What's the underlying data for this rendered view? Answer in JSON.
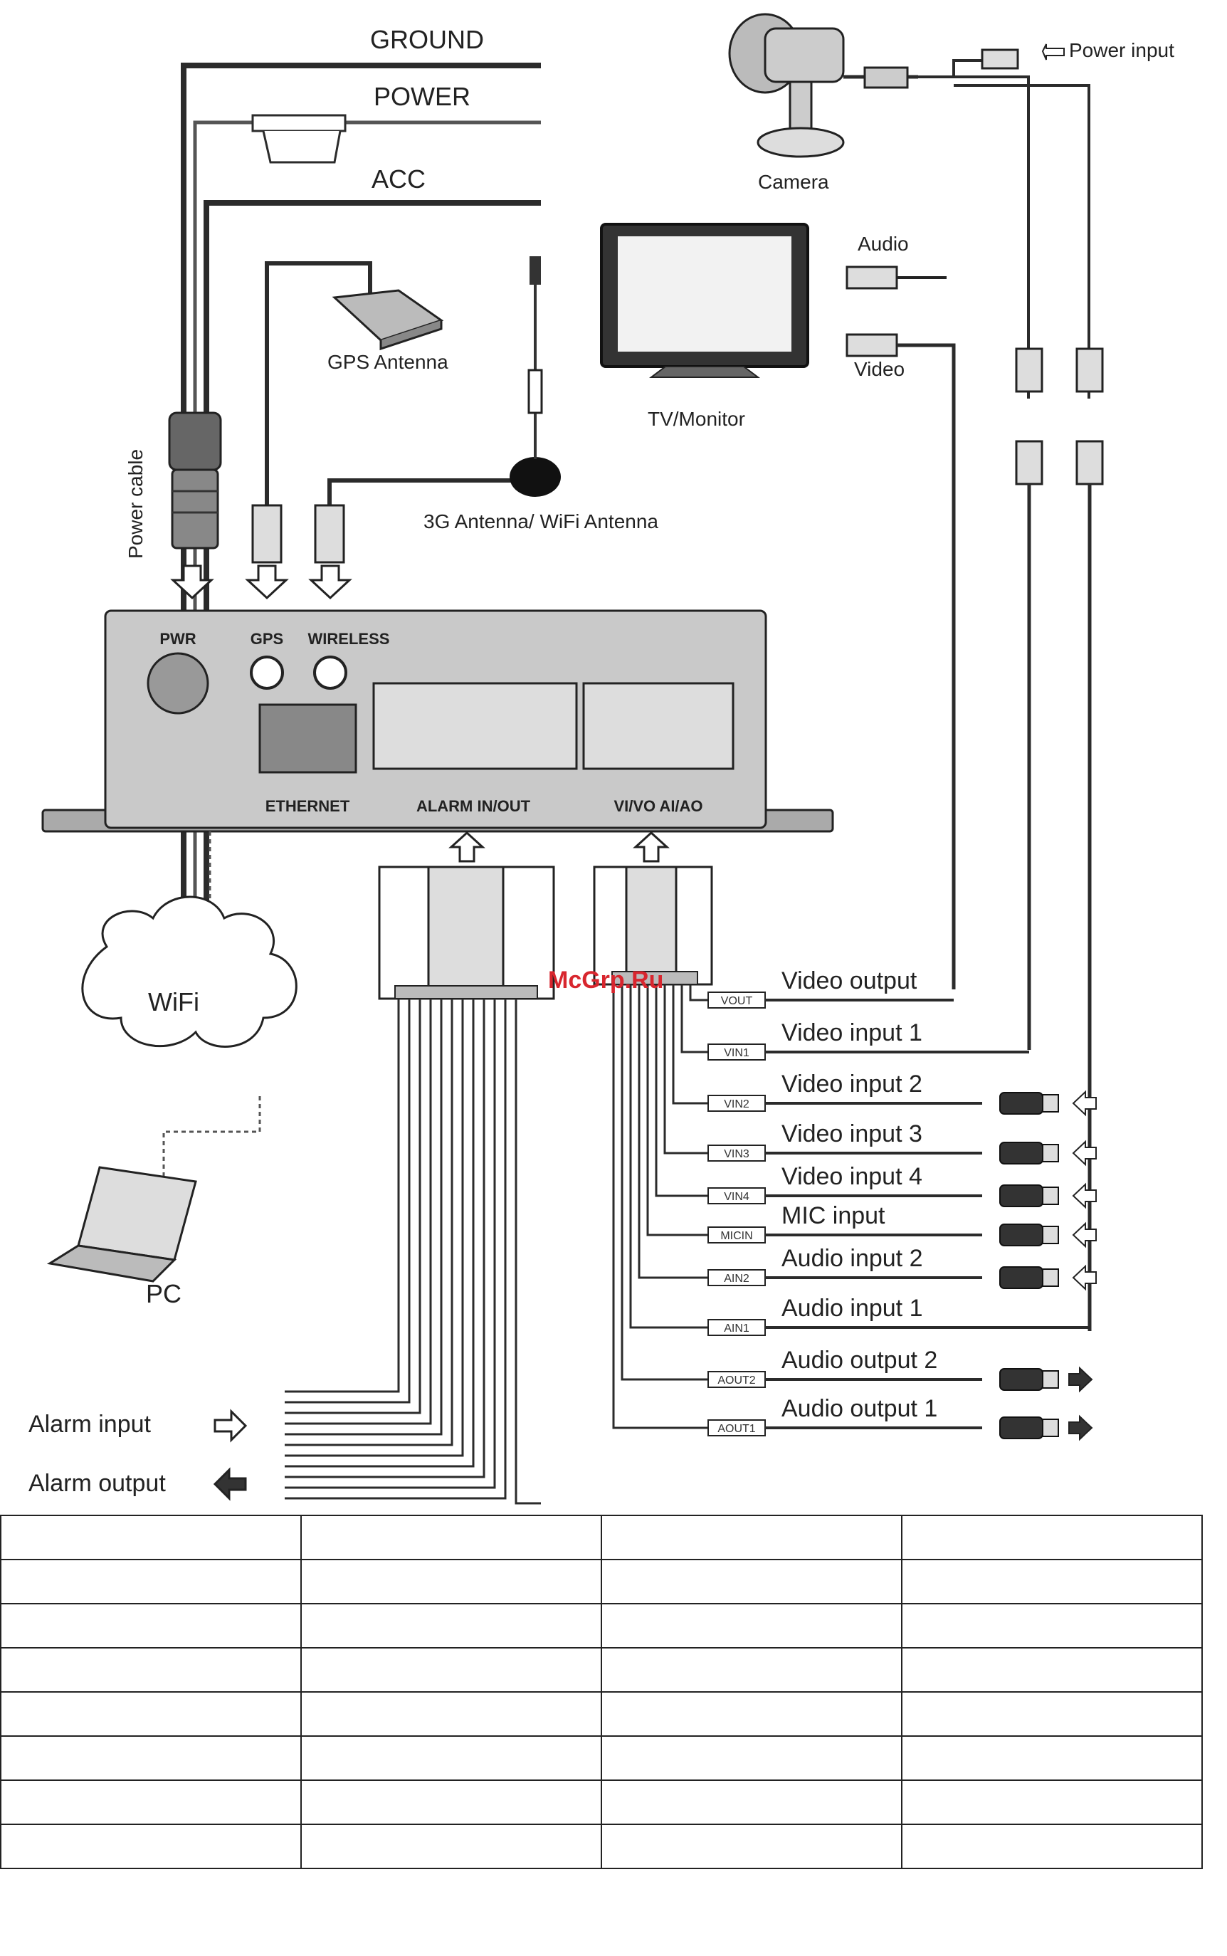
{
  "labels": {
    "ground": "GROUND",
    "power": "POWER",
    "acc": "ACC",
    "power_input": "Power input",
    "camera": "Camera",
    "audio": "Audio",
    "video": "Video",
    "tv_monitor": "TV/Monitor",
    "gps_antenna": "GPS Antenna",
    "antenna_3g": "3G Antenna/ WiFi Antenna",
    "power_cable": "Power cable",
    "wifi": "WiFi",
    "pc": "PC",
    "alarm_input": "Alarm input",
    "alarm_output": "Alarm output",
    "watermark": "McGrp.Ru"
  },
  "device": {
    "pwr": "PWR",
    "gps": "GPS",
    "wireless": "WIRELESS",
    "ethernet": "ETHERNET",
    "alarm_io": "ALARM  IN/OUT",
    "vivo_aiao": "VI/VO  AI/AO"
  },
  "ports": [
    {
      "tag": "VOUT",
      "label": "Video output"
    },
    {
      "tag": "VIN1",
      "label": "Video input 1"
    },
    {
      "tag": "VIN2",
      "label": "Video input 2"
    },
    {
      "tag": "VIN3",
      "label": "Video input 3"
    },
    {
      "tag": "VIN4",
      "label": "Video input 4"
    },
    {
      "tag": "MICIN",
      "label": "MIC input"
    },
    {
      "tag": "AIN2",
      "label": "Audio input 2"
    },
    {
      "tag": "AIN1",
      "label": "Audio input 1"
    },
    {
      "tag": "AOUT2",
      "label": "Audio output 2"
    },
    {
      "tag": "AOUT1",
      "label": "Audio output 1"
    }
  ],
  "colors": {
    "line": "#2b2b2b",
    "device": "#c9c9c9",
    "watermark": "#d8262e"
  }
}
